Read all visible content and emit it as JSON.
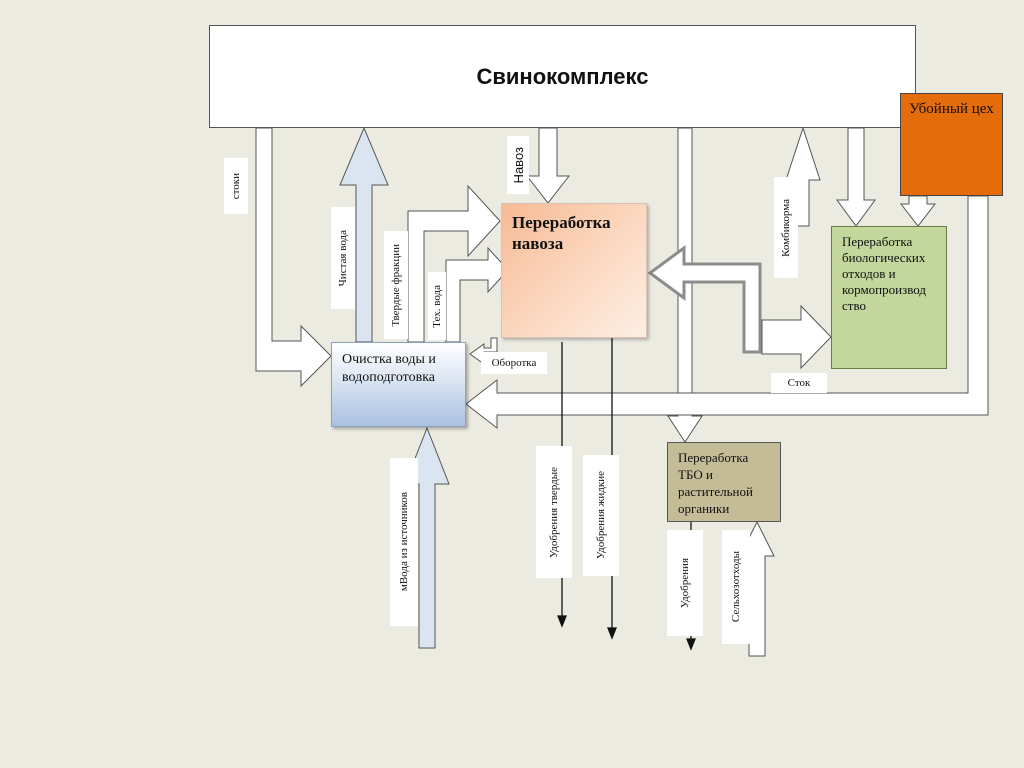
{
  "nodes": {
    "main": "Свинокомплекс",
    "slaughter": "Убойный цех",
    "manure": "Переработка навоза",
    "bio": "Переработка биологических отходов и кормопроизвод ство",
    "water": "Очистка воды и водоподготовка",
    "tbo_line1": "Переработка",
    "tbo_line2": "ТБО и",
    "tbo_line3": "растительной",
    "tbo_line4": "органики"
  },
  "labels": {
    "stoki": "стоки",
    "clean_water": "Чистая вода",
    "solid_fractions": "Твердые фракции",
    "tech_water": "Тех. вода",
    "navoz": "Навоз",
    "kombikorma": "Комбикорма",
    "oborotka": "Оборотка",
    "stok": "Сток",
    "solid_fertilizer": "Удобрения твердые",
    "liquid_fertilizer": "Удобрения жидкие",
    "source_water": "мВода из источников",
    "fertilizer": "Удобрения",
    "agri_waste": "Сельхозотходы"
  },
  "colors": {
    "background": "#ecebe1",
    "slaughter": "#e46c0a",
    "bio": "#c3d69b",
    "tbo": "#c4bc96",
    "manure": "#f7ba94",
    "water": "#a9c1e0",
    "clean_water_arrow": "#dbe5f1"
  }
}
